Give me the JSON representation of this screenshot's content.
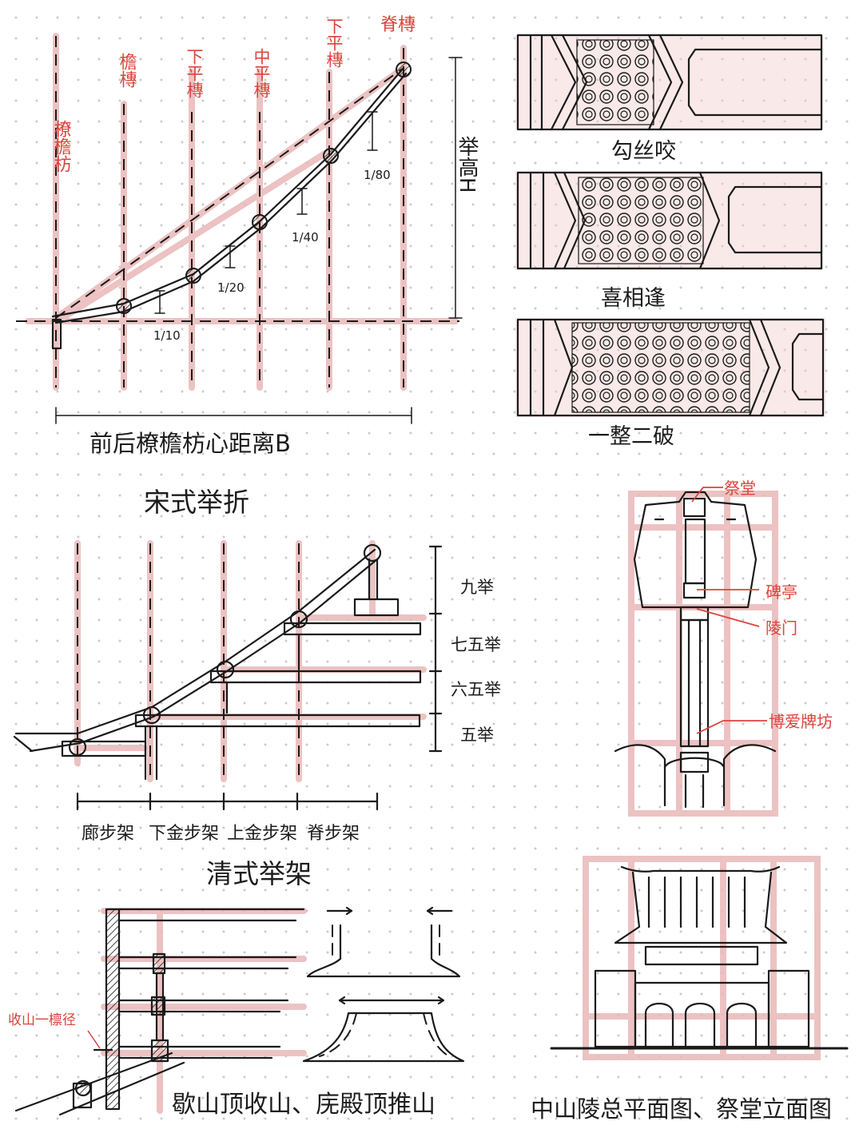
{
  "song": {
    "purlins_vertical": {
      "p1": "橑檐枋",
      "p2": "檐槫",
      "p3": "下平槫",
      "p4": "中平槫",
      "p5": "下平槫",
      "p6": "脊槫"
    },
    "height_label": "举高H",
    "ratios": [
      "1/80",
      "1/40",
      "1/20",
      "1/10"
    ],
    "span_label": "前后橑檐枋心距离B",
    "title": "宋式举折"
  },
  "brackets": {
    "b1": "勾丝咬",
    "b2": "喜相逢",
    "b3": "一整二破"
  },
  "qing": {
    "lifts": [
      "九举",
      "七五举",
      "六五举",
      "五举"
    ],
    "steps": [
      "廊步架",
      "下金步架",
      "上金步架",
      "脊步架"
    ],
    "title": "清式举架"
  },
  "zhongshan_plan": {
    "labels": {
      "hall": "祭堂",
      "stele": "碑亭",
      "gate": "陵门",
      "archway": "博爱牌坊"
    }
  },
  "gable": {
    "note": "收山一檩径",
    "caption": "歇山顶收山、庑殿顶推山"
  },
  "elevation": {
    "caption": "中山陵总平面图、祭堂立面图"
  },
  "colors": {
    "ink": "#1a1a1a",
    "highlight": "#e9b8b8",
    "red_label": "#d9443b"
  }
}
